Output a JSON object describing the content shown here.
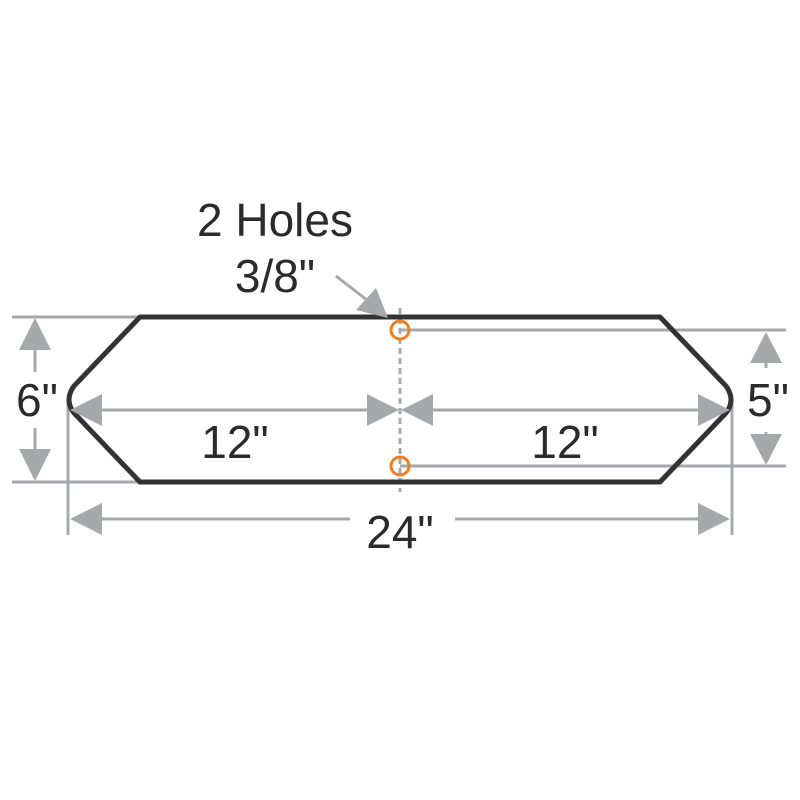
{
  "title": "2 Holes",
  "hole_size": "3/8\"",
  "dimensions": {
    "overall_length": "24\"",
    "left_half": "12\"",
    "right_half": "12\"",
    "overall_width": "6\"",
    "hole_spacing": "5\""
  },
  "colors": {
    "outline": "#333333",
    "dimension": "#a7a8ab",
    "hole": "#f07f1f"
  }
}
